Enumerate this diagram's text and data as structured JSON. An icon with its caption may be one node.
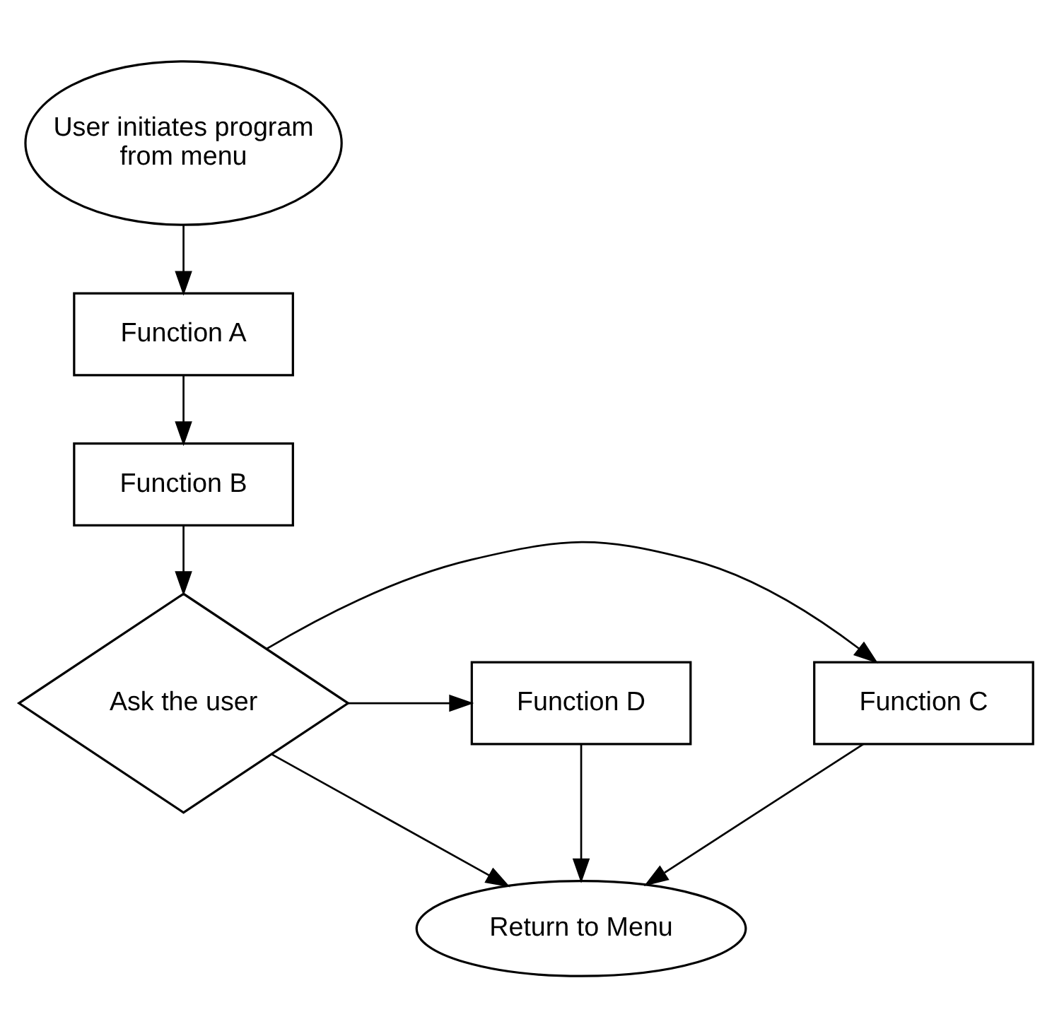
{
  "diagram": {
    "nodes": [
      {
        "text": [
          "User initiates program from menu"
        ]
      },
      {
        "text": [
          "Function A"
        ]
      },
      {
        "text": [
          "Function B"
        ]
      },
      {
        "text": [
          "Ask the user"
        ]
      },
      {
        "text": [
          "Function C"
        ]
      },
      {
        "text": [
          "Function D"
        ]
      },
      {
        "text": [
          "Return to Menu"
        ]
      }
    ],
    "edges": [
      {
        "from": 0,
        "to": 1,
        "arrow": "to"
      },
      {
        "from": 1,
        "to": 2,
        "arrow": "to"
      },
      {
        "from": 2,
        "to": 3,
        "arrow": "to"
      },
      {
        "from": 3,
        "to": 4,
        "arrow": "to"
      },
      {
        "from": 3,
        "to": 5,
        "arrow": "to"
      },
      {
        "from": 4,
        "to": 6,
        "arrow": "to"
      },
      {
        "from": 3,
        "to": 6,
        "arrow": "to"
      },
      {
        "from": 5,
        "to": 6,
        "arrow": "to"
      }
    ]
  }
}
